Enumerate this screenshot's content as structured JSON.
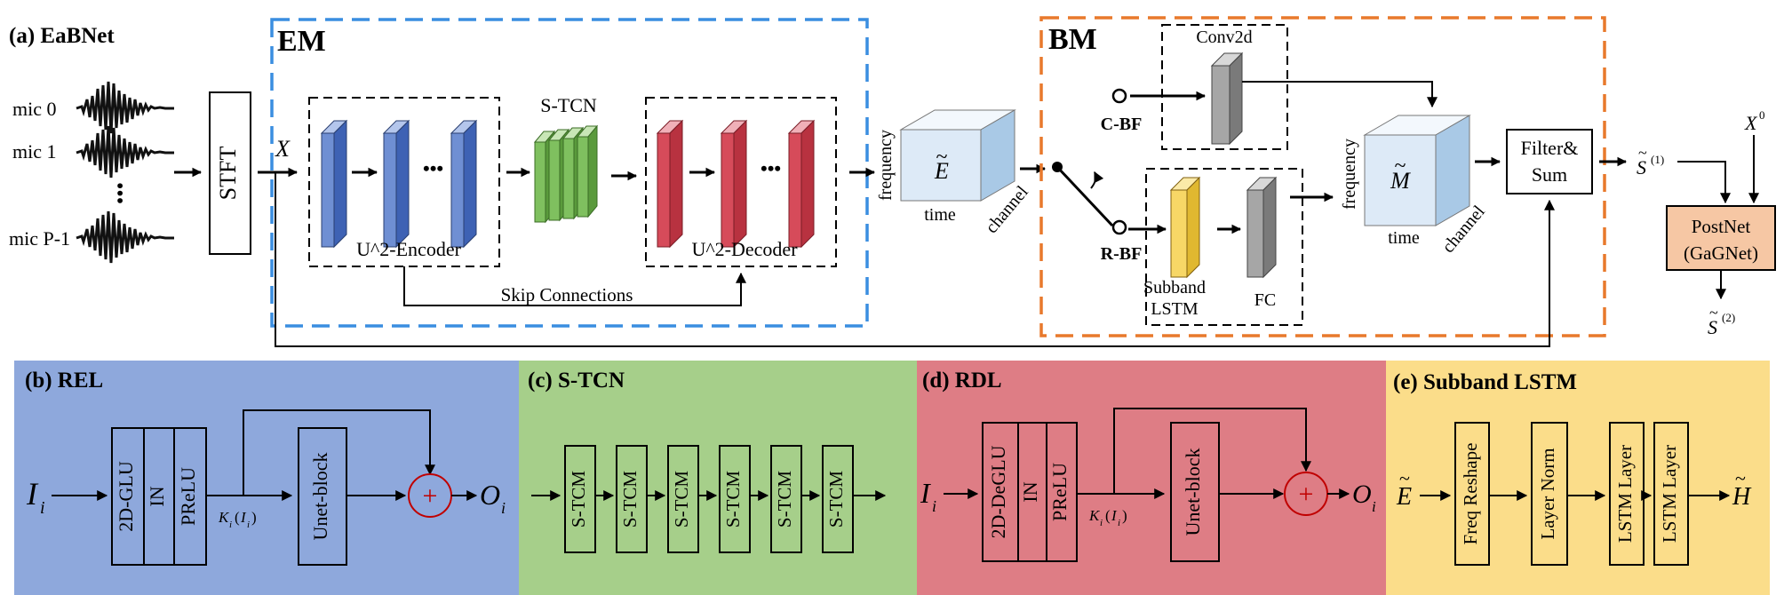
{
  "top": {
    "fig_title": "(a) EaBNet",
    "mics": [
      "mic 0",
      "mic 1",
      "mic P-1"
    ],
    "ellipsis": "•••",
    "stft": "STFT",
    "x_in": "X",
    "em_title": "EM",
    "bm_title": "BM",
    "encoder_label": "U^2-Encoder",
    "decoder_label": "U^2-Decoder",
    "stcn_label": "S-TCN",
    "skip_label": "Skip Connections",
    "e_label": "E",
    "tilde": "~",
    "m_label": "M",
    "axis_frequency": "frequency",
    "axis_time": "time",
    "axis_channel": "channel",
    "cbf": "C-BF",
    "rbf": "R-BF",
    "conv2d": "Conv2d",
    "subband_l1": "Subband",
    "subband_l2": "LSTM",
    "fc": "FC",
    "filter_l1": "Filter&",
    "filter_l2": "Sum",
    "s_base": "S",
    "s1_sup": "(1)",
    "s2_sup": "(2)",
    "x0_base": "X",
    "x0_sup": "0",
    "postnet_l1": "PostNet",
    "postnet_l2": "(GaGNet)"
  },
  "rel": {
    "title": "(b) REL",
    "input_base": "I",
    "input_sub": "i",
    "layers": [
      "2D-GLU",
      "IN",
      "PReLU"
    ],
    "k_base": "K",
    "k_sub": "i",
    "k_arg_base": "I",
    "k_arg_sub": "i",
    "unet": "Unet-block",
    "plus": "+",
    "output_base": "O",
    "output_sub": "i"
  },
  "stcn": {
    "title": "(c) S-TCN",
    "blocks": [
      "S-TCM",
      "S-TCM",
      "S-TCM",
      "S-TCM",
      "S-TCM",
      "S-TCM"
    ]
  },
  "rdl": {
    "title": "(d) RDL",
    "input_base": "I",
    "input_sub": "i",
    "layers": [
      "2D-DeGLU",
      "IN",
      "PReLU"
    ],
    "k_base": "K",
    "k_sub": "i",
    "k_arg_base": "I",
    "k_arg_sub": "i",
    "unet": "Unet-block",
    "plus": "+",
    "output_base": "O",
    "output_sub": "i"
  },
  "lstm": {
    "title": "(e) Subband LSTM",
    "input": "E",
    "tilde": "~",
    "blocks": [
      "Freq Reshape",
      "Layer Norm",
      "LSTM Layer",
      "LSTM Layer"
    ],
    "output": "H"
  },
  "colors": {
    "em_border": "#3a8ee0",
    "bm_border": "#e8792c",
    "rel_bg": "#8ea8dc",
    "stcn_bg": "#a6cf8a",
    "rdl_bg": "#de7d85",
    "lstm_bg": "#fbdd8a",
    "encoder_fill": "#6f8fd3",
    "tcn_fill": "#7fc05f",
    "decoder_fill": "#d64b5a",
    "cube_front": "#ddeaf7",
    "cube_side": "#a9c9e6",
    "conv_fill": "#a6a6a6",
    "subband_fill": "#f7d766",
    "postnet_fill": "#f6c7a4",
    "plus_red": "#c00000"
  }
}
